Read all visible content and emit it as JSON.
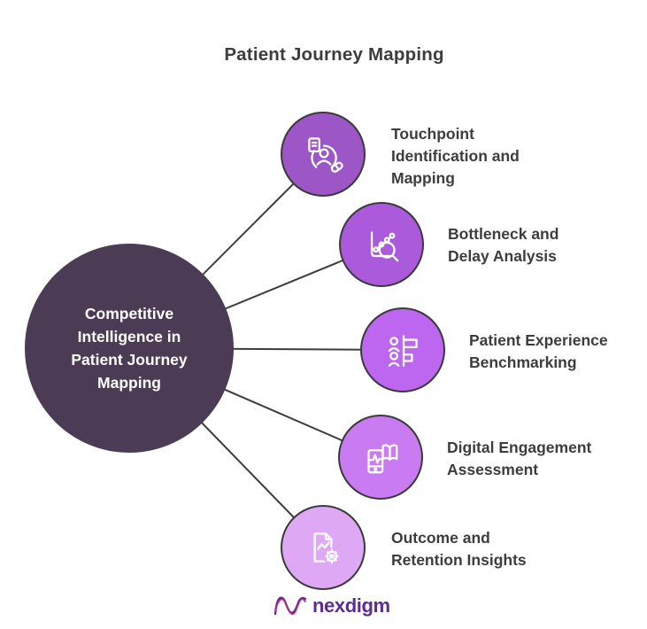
{
  "title": "Patient Journey Mapping",
  "colors": {
    "text": "#3d3d3d",
    "connector": "#3d3d3d",
    "icon_stroke": "#ffffff",
    "node_border": "#3a3a3a"
  },
  "center": {
    "label": "Competitive Intelligence in Patient Journey Mapping",
    "color": "#4B3B54",
    "text_color": "#ffffff"
  },
  "nodes": [
    {
      "label": "Touchpoint Identification and Mapping",
      "icon": "patient-journey-person-icon",
      "color": "#9C56C6"
    },
    {
      "label": "Bottleneck and Delay Analysis",
      "icon": "chart-magnifier-icon",
      "color": "#AB5ADB"
    },
    {
      "label": "Patient Experience Benchmarking",
      "icon": "people-benchmark-bars-icon",
      "color": "#BD66EF"
    },
    {
      "label": "Digital Engagement Assessment",
      "icon": "phone-open-book-icon",
      "color": "#C97BF1"
    },
    {
      "label": "Outcome and Retention Insights",
      "icon": "document-gear-icon",
      "color": "#DFA8F5"
    }
  ],
  "logo": {
    "text": "nexdigm",
    "color": "#5E2C90",
    "mark_color_primary": "#5f2d91",
    "mark_color_secondary": "#b9258f"
  }
}
